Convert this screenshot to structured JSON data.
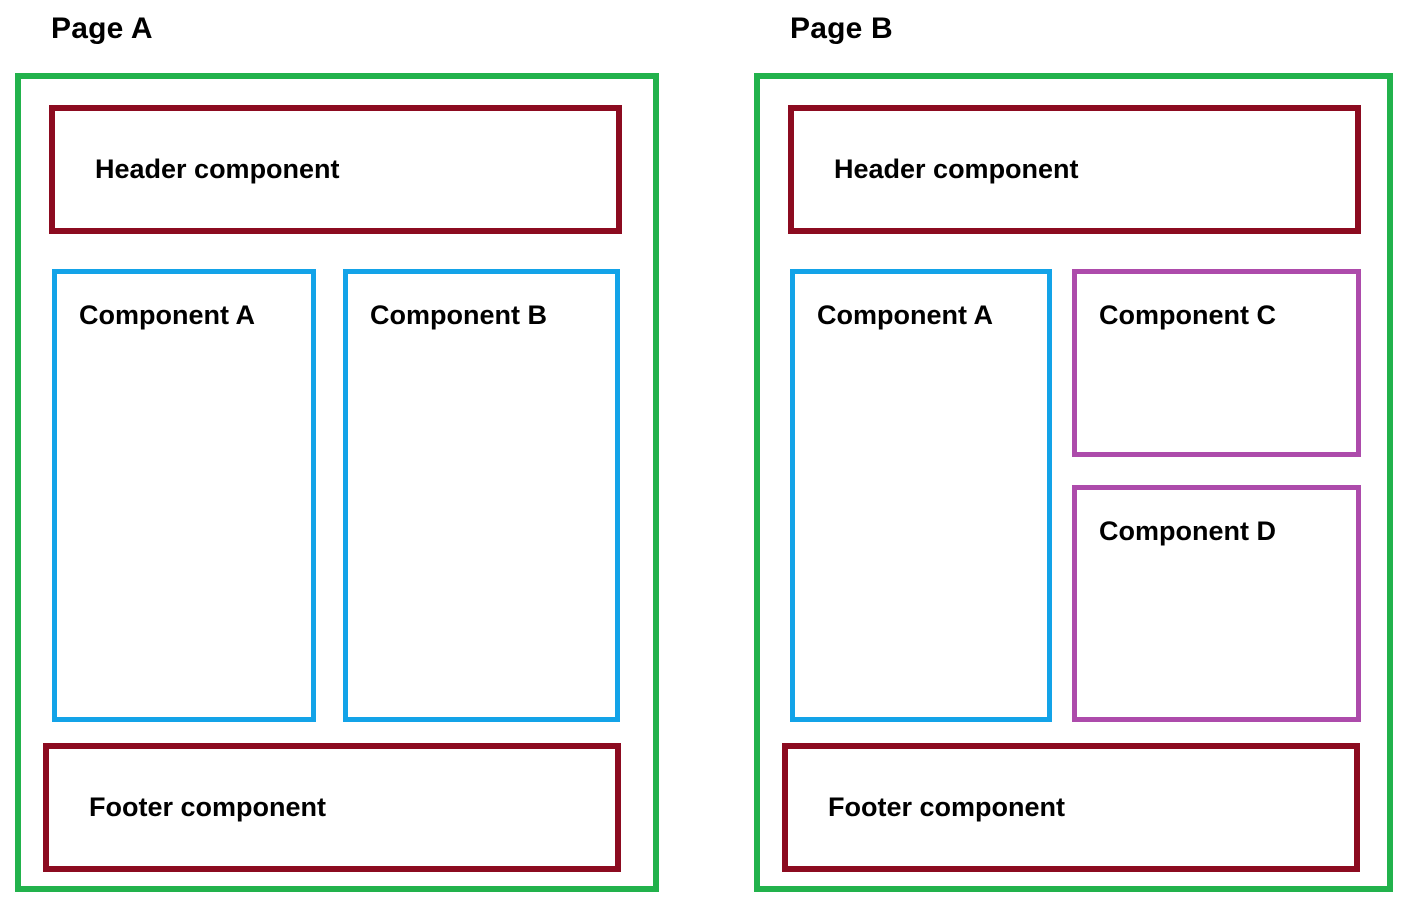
{
  "diagram": {
    "type": "layout-comparison-diagram",
    "background_color": "#ffffff",
    "colors": {
      "page_frame_green": "#22b24c",
      "banner_maroon": "#8c0b20",
      "component_blue": "#13a3e8",
      "component_purple": "#ad4bab",
      "text_black": "#000000"
    }
  },
  "pages": [
    {
      "title": "Page A",
      "frame_color": "#22b24c",
      "header": {
        "label": "Header component",
        "color": "#8c0b20"
      },
      "components": [
        {
          "label": "Component A",
          "color": "#13a3e8"
        },
        {
          "label": "Component B",
          "color": "#13a3e8"
        }
      ],
      "footer": {
        "label": "Footer component",
        "color": "#8c0b20"
      }
    },
    {
      "title": "Page B",
      "frame_color": "#22b24c",
      "header": {
        "label": "Header component",
        "color": "#8c0b20"
      },
      "components": [
        {
          "label": "Component A",
          "color": "#13a3e8"
        },
        {
          "label": "Component C",
          "color": "#ad4bab"
        },
        {
          "label": "Component D",
          "color": "#ad4bab"
        }
      ],
      "footer": {
        "label": "Footer component",
        "color": "#8c0b20"
      }
    }
  ]
}
